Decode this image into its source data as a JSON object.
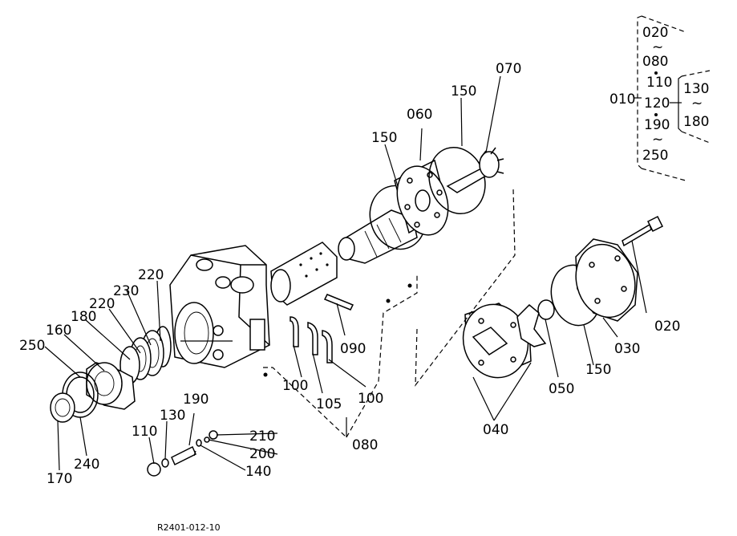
{
  "figure_code": "R2401-012-10",
  "callouts": {
    "p020": "020",
    "p030": "030",
    "p040": "040",
    "p050": "050",
    "p060": "060",
    "p070": "070",
    "p080": "080",
    "p090": "090",
    "p100a": "100",
    "p100b": "100",
    "p105": "105",
    "p110": "110",
    "p130": "130",
    "p140": "140",
    "p150a": "150",
    "p150b": "150",
    "p150c": "150",
    "p160": "160",
    "p170": "170",
    "p180": "180",
    "p190": "190",
    "p200": "200",
    "p210": "210",
    "p220a": "220",
    "p220b": "220",
    "p230": "230",
    "p240": "240",
    "p250": "250"
  },
  "legend": {
    "assembly": "010",
    "left_list": [
      "020",
      "080",
      "110",
      "120",
      "190",
      "250"
    ],
    "right_list": [
      "130",
      "180"
    ]
  }
}
